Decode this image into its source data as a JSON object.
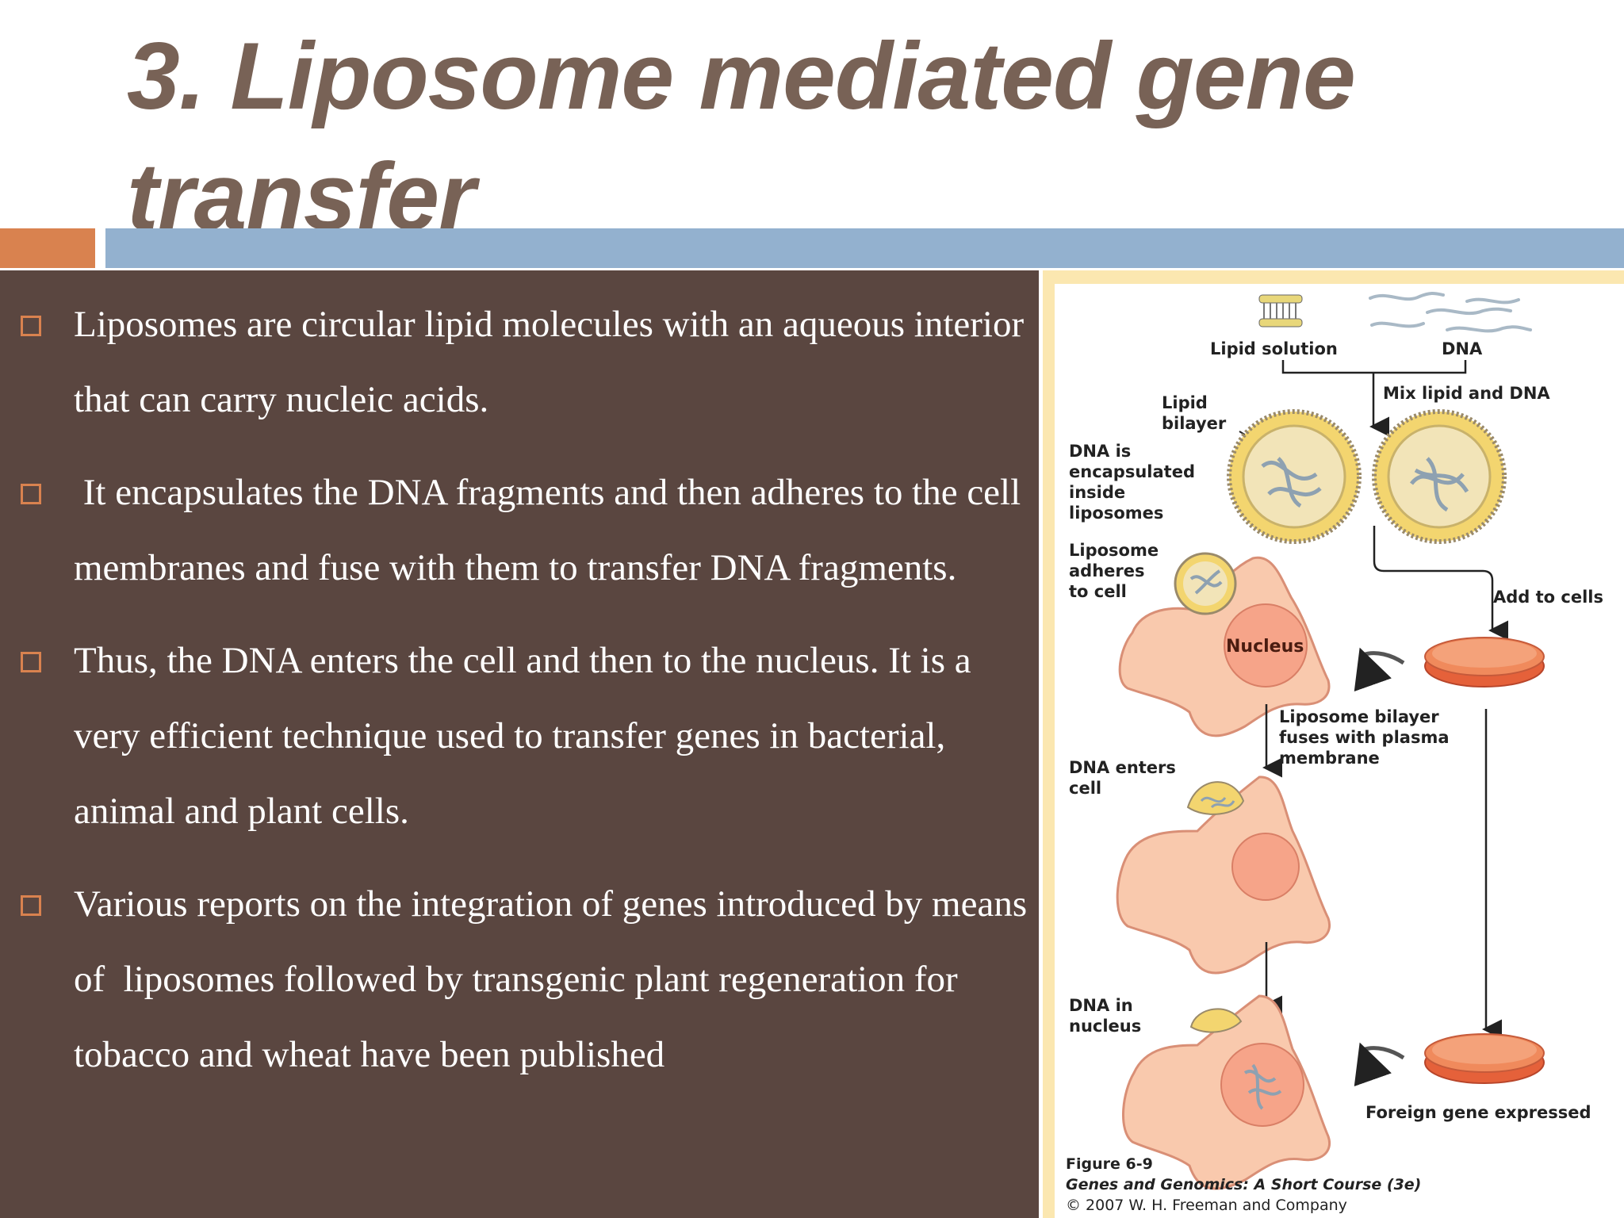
{
  "title": "3. Liposome mediated gene transfer",
  "bullets": [
    "Liposomes are circular lipid molecules with an aqueous interior that can carry nucleic acids.",
    " It encapsulates the DNA fragments and then adheres to the cell membranes and fuse with them to transfer DNA fragments.",
    "Thus, the DNA enters the cell and then to the nucleus. It is a very efficient technique used to transfer genes in bacterial, animal and plant cells.",
    "Various reports on the integration of genes introduced by means of  liposomes followed by transgenic plant regeneration for tobacco and wheat have been published"
  ],
  "figure": {
    "lipid_solution": "Lipid solution",
    "dna": "DNA",
    "mix": "Mix lipid and DNA",
    "lipid_bilayer": [
      "Lipid",
      "bilayer"
    ],
    "encapsulated": [
      "DNA is",
      "encapsulated",
      "inside",
      "liposomes"
    ],
    "adheres": [
      "Liposome",
      "adheres",
      "to cell"
    ],
    "add_to_cells": "Add to cells",
    "nucleus": "Nucleus",
    "fuses": [
      "Liposome bilayer",
      "fuses with plasma",
      "membrane"
    ],
    "enters": [
      "DNA enters",
      "cell"
    ],
    "in_nucleus": [
      "DNA in",
      "nucleus"
    ],
    "foreign_gene": "Foreign gene expressed",
    "caption_fig": "Figure 6-9",
    "caption_book": "Genes and Genomics: A Short Course (3e)",
    "caption_copy": "© 2007 W. H. Freeman and Company"
  },
  "colors": {
    "title": "#786256",
    "panel": "#5a4640",
    "accent_orange": "#d9824f",
    "accent_blue": "#93b1cf",
    "figure_border": "#fbe7b0",
    "cell": "#f9c9ad",
    "nucleus": "#f6a489",
    "liposome": "#f4d77a"
  }
}
